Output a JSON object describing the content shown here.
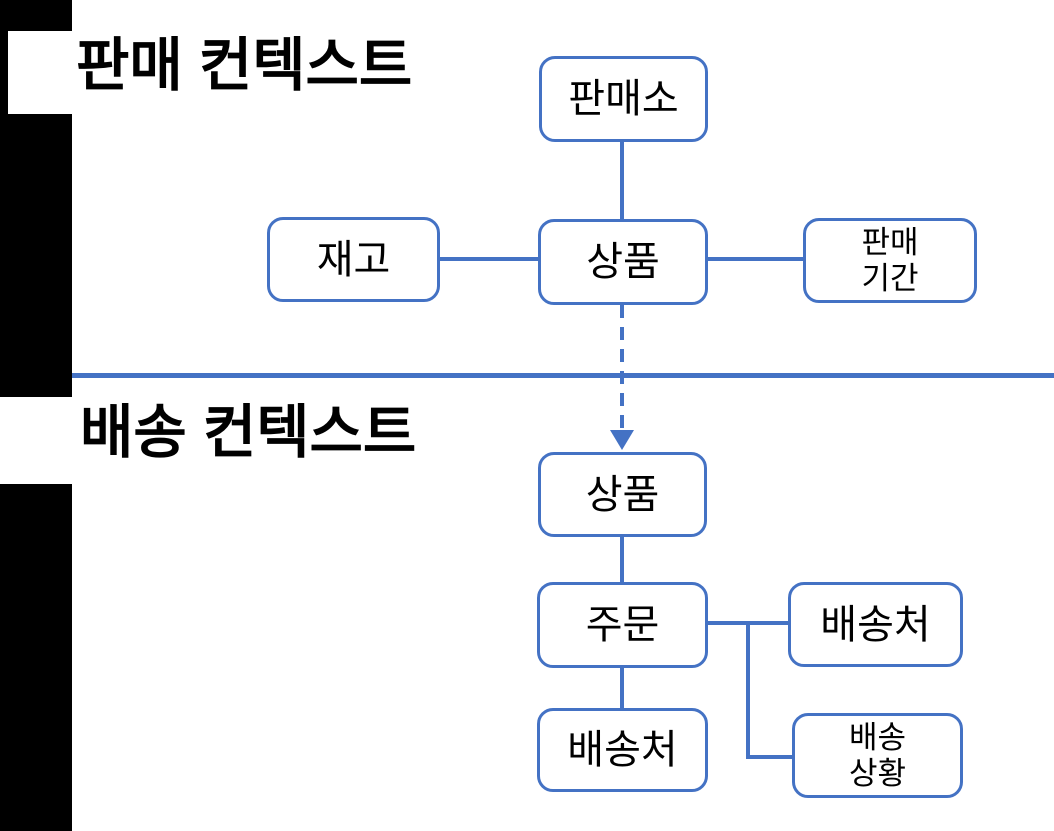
{
  "diagram": {
    "type": "bounded-context diagram",
    "colors": {
      "accent": "#4472C4",
      "node_border": "#4472C4",
      "node_fill": "#FFFFFF",
      "text": "#000000",
      "sidebar": "#000000",
      "background": "#FFFFFF"
    },
    "sales_context": {
      "title": "판매 컨텍스트",
      "boxes": {
        "store": {
          "label": "판매소"
        },
        "inventory": {
          "label": "재고"
        },
        "product": {
          "label": "상품"
        },
        "sales_period": {
          "label": "판매\n기간"
        }
      },
      "relations": [
        "판매소 — 상품",
        "재고 — 상품",
        "상품 — 판매 기간"
      ]
    },
    "delivery_context": {
      "title": "배송 컨텍스트",
      "boxes": {
        "product": {
          "label": "상품"
        },
        "order": {
          "label": "주문"
        },
        "destination_right": {
          "label": "배송처"
        },
        "destination_bottom": {
          "label": "배송처"
        },
        "delivery_status": {
          "label": "배송\n상황"
        }
      },
      "relations": [
        "상품(판매) ⇢ 상품(배송) [dashed arrow]",
        "상품 — 주문",
        "주문 — 배송처(우)",
        "주문 — 배송처(하)",
        "주문 — 배송 상황"
      ]
    }
  }
}
